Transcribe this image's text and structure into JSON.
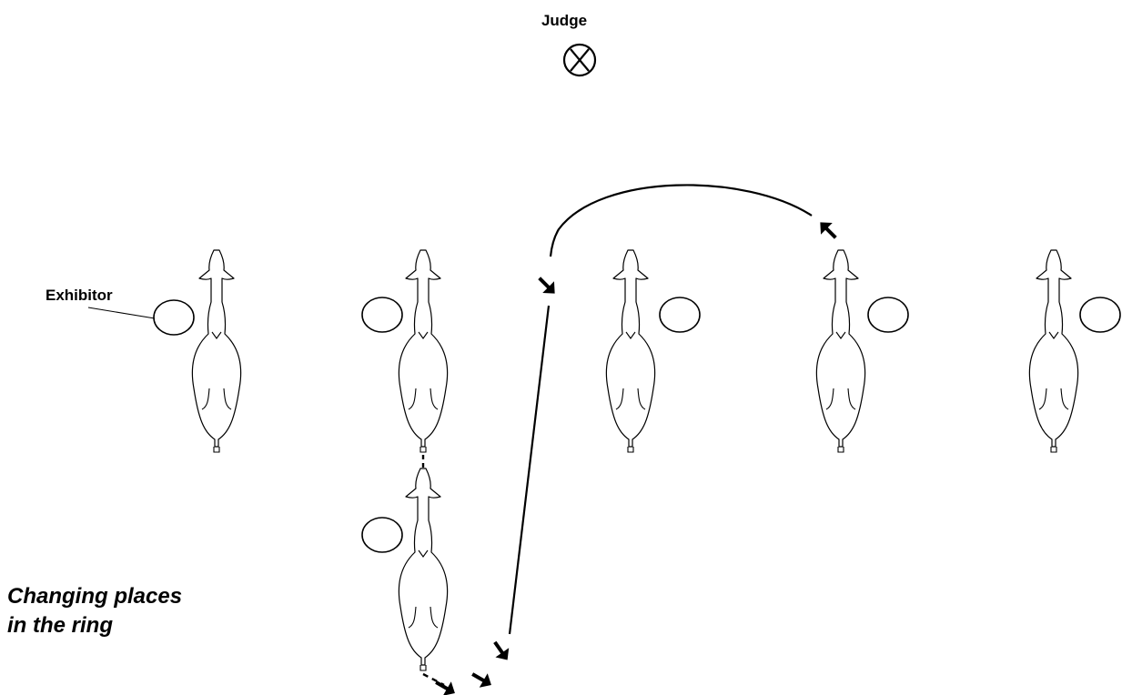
{
  "labels": {
    "judge": "Judge",
    "exhibitor": "Exhibitor",
    "caption_line1": "Changing places",
    "caption_line2": "in the ring"
  },
  "icons": {
    "judge_marker": "circled-x-icon",
    "animal": "cattle-top-view-icon",
    "exhibitor": "exhibitor-circle-icon",
    "direction": "arrow-icon"
  },
  "colors": {
    "ink": "#000000",
    "background": "#ffffff"
  }
}
